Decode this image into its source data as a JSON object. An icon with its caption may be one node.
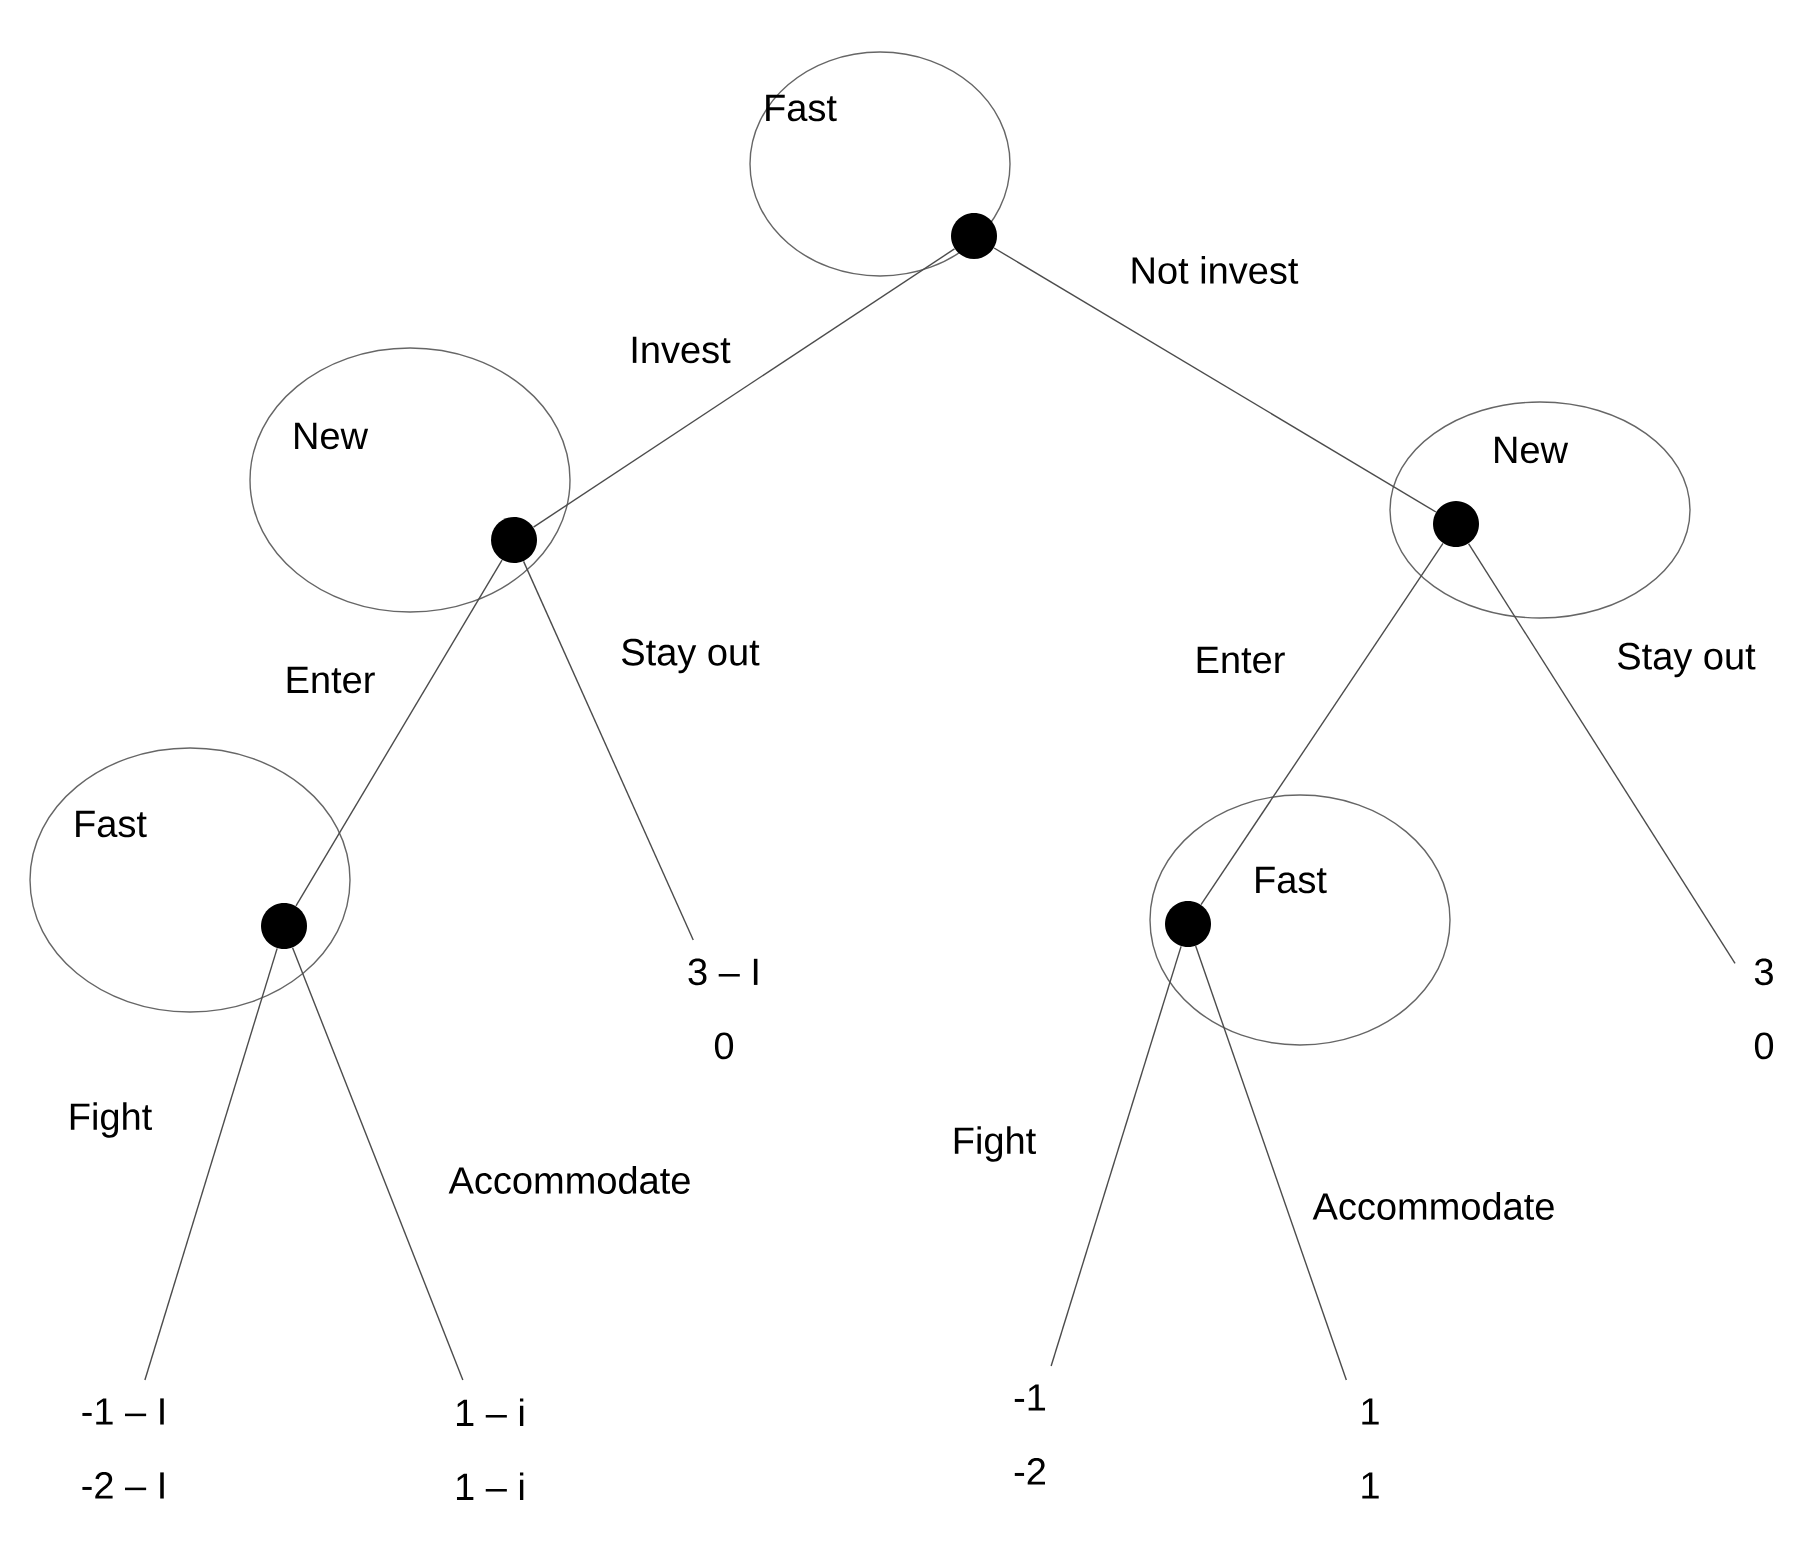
{
  "diagram": {
    "nodes": [
      {
        "text": [
          "Fast"
        ]
      },
      {
        "text": [],
        "shape": "circle",
        "in": 0
      },
      {
        "text": [
          "New"
        ]
      },
      {
        "text": [],
        "shape": "circle",
        "in": 2
      },
      {
        "text": [
          "New"
        ]
      },
      {
        "text": [],
        "shape": "circle",
        "in": 4
      },
      {
        "text": [
          "Fast"
        ]
      },
      {
        "text": [],
        "shape": "circle",
        "in": 6
      },
      {
        "text": [
          "3 – I",
          "0"
        ]
      },
      {
        "text": [
          "Fast"
        ]
      },
      {
        "text": [],
        "shape": "circle",
        "in": 9
      },
      {
        "text": [
          "3",
          "0"
        ]
      },
      {
        "text": [
          "-1 – I",
          "-2 – I"
        ]
      },
      {
        "text": [
          "1 – i",
          "1 – i"
        ]
      },
      {
        "text": [
          "-1",
          "-2"
        ]
      },
      {
        "text": [
          "1",
          "1"
        ]
      }
    ],
    "edges": [
      {
        "from": 1,
        "to": 3,
        "arrow": "none",
        "label": "Invest"
      },
      {
        "from": 1,
        "to": 5,
        "arrow": "none",
        "label": "Not invest"
      },
      {
        "from": 3,
        "to": 7,
        "arrow": "none",
        "label": "Enter"
      },
      {
        "from": 3,
        "to": 8,
        "arrow": "none",
        "label": "Stay out"
      },
      {
        "from": 5,
        "to": 10,
        "arrow": "none",
        "label": "Enter"
      },
      {
        "from": 5,
        "to": 11,
        "arrow": "none",
        "label": "Stay out"
      },
      {
        "from": 7,
        "to": 12,
        "arrow": "none",
        "label": "Fight"
      },
      {
        "from": 7,
        "to": 13,
        "arrow": "none",
        "label": "Accommodate"
      },
      {
        "from": 10,
        "to": 14,
        "arrow": "none",
        "label": "Fight"
      },
      {
        "from": 10,
        "to": 15,
        "arrow": "none",
        "label": "Accommodate"
      }
    ]
  }
}
